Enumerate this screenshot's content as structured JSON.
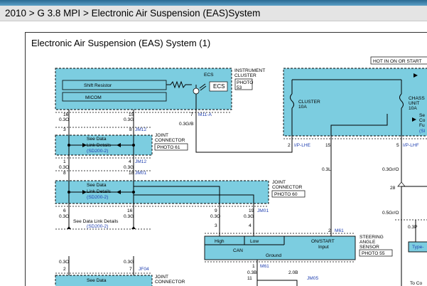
{
  "breadcrumb": "2010 > G 3.8 MPI > Electronic Air Suspension (EAS)System",
  "title": "Electronic Air Suspension (EAS) System (1)",
  "colors": {
    "module_fill": "#7ccde0",
    "wire_label": "#1f3fb0",
    "header_bar": "#2a6a93"
  },
  "hot_label": "HOT IN ON OR START",
  "cluster_module": {
    "shift_resistor": "Shift Resistor",
    "micom": "MICOM",
    "ecs_small": "ECS",
    "ecs_box": "ECS",
    "name_line1": "INSTRUMENT",
    "name_line2": "CLUSTER",
    "photo_line1": "PHOTO",
    "photo_line2": "53",
    "connector": "M11-A",
    "pin16": "16",
    "pin15": "15",
    "pin7": "7",
    "wire16": "0.3O",
    "wire15": "0.3G",
    "wire7": "0.3G/B",
    "pin3": "3",
    "pin8": "8",
    "conn_jm12": "JM12"
  },
  "fuse_box": {
    "cluster_line1": "CLUSTER",
    "cluster_line2": "10A",
    "chassis_line1": "CHASS",
    "chassis_line2": "UNIT",
    "chassis_line3": "10A",
    "side_line1": "Se",
    "side_line2": "Co",
    "side_line3": "Fu",
    "side_line4": "(Sl",
    "pin2": "2",
    "conn_iplhe": "I/P-LHE",
    "pin15": "15",
    "pin5": "5",
    "conn_iplhf": "I/P-LHF",
    "wire_03l": "0.3L",
    "wire_03gro": "0.3Gr/O",
    "splice28": "28",
    "wire_05gro": "0.5Gr/O",
    "wire_03p": "0.3P",
    "type_label": "Type-",
    "to_label": "To Co"
  },
  "joint1": {
    "see1": "See Data",
    "see2": "Link Details",
    "ref": "(SD200-2)",
    "name_line1": "JOINT",
    "name_line2": "CONNECTOR",
    "photo": "PHOTO 61",
    "pin1": "1",
    "pin4": "4",
    "conn": "JM12",
    "wire_l": "0.3O",
    "wire_r": "0.3G",
    "pin8": "8",
    "pin18": "18",
    "conn2": "JM01"
  },
  "joint2": {
    "see1": "See Data",
    "see2": "Link Details",
    "ref": "(SD200-2)",
    "name_line1": "JOINT",
    "name_line2": "CONNECTOR",
    "photo": "PHOTO 60",
    "pin6": "6",
    "pin16": "16",
    "wire_l": "0.3O",
    "wire_r": "0.3G",
    "pin9": "9",
    "pin19": "19",
    "wire9": "0.3O",
    "wire19": "0.3G",
    "conn": "JM01",
    "pin3": "3",
    "pin4": "4"
  },
  "see_details": {
    "line1": "See Data Link Details",
    "line2": "(SD200-2)"
  },
  "joint3": {
    "wire_l": "0.3O",
    "wire_r": "0.3G",
    "pin2": "2",
    "pin7": "7",
    "conn": "JF04",
    "see1": "See Data",
    "name_line1": "JOINT",
    "name_line2": "CONNECTOR"
  },
  "steering": {
    "high": "High",
    "low": "Low",
    "can": "CAN",
    "ground": "Ground",
    "onstart1": "ON/START",
    "onstart2": "Input",
    "name1": "STEERING",
    "name2": "ANGLE",
    "name3": "SENSOR",
    "photo": "PHOTO 55",
    "pin2": "2",
    "conn": "M61",
    "pin1": "1",
    "conn_m61b": "M61",
    "wire_03b": "0.3B",
    "pin11": "11",
    "wire_20b": "2.0B",
    "conn_jm05": "JM05"
  }
}
